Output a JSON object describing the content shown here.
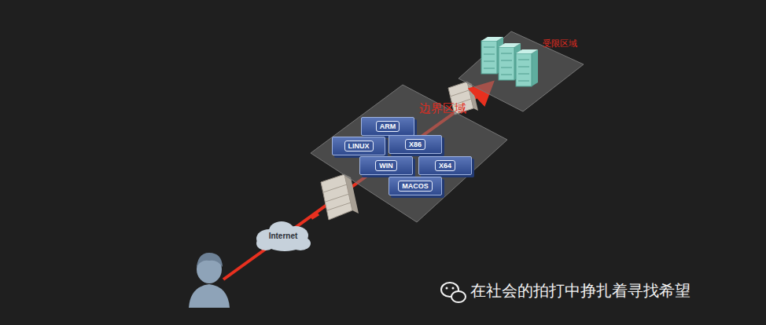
{
  "diagram": {
    "nodes": [
      {
        "text": [
          "Internet"
        ]
      },
      {
        "text": [
          "边界区域"
        ]
      },
      {
        "text": [
          "ARM"
        ],
        "in": 1
      },
      {
        "text": [
          "LINUX"
        ],
        "in": 1
      },
      {
        "text": [
          "X86"
        ],
        "in": 1
      },
      {
        "text": [
          "WIN"
        ],
        "in": 1
      },
      {
        "text": [
          "X64"
        ],
        "in": 1
      },
      {
        "text": [
          "MACOS"
        ],
        "in": 1
      },
      {
        "text": [
          "受限区域"
        ]
      }
    ],
    "edges": [
      {
        "from": 0,
        "to": 1,
        "arrow": "none"
      },
      {
        "from": 1,
        "to": 8,
        "arrow": "to"
      }
    ],
    "labels": [
      "在社会的拍打中挣扎着寻找希望"
    ]
  }
}
